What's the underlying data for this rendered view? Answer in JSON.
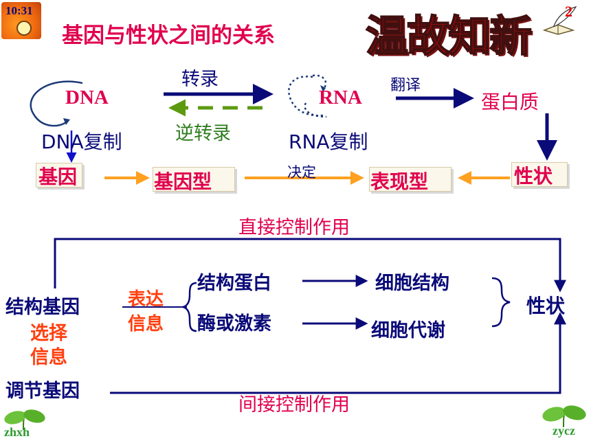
{
  "header": {
    "clock": "10:31",
    "title": "基因与性状之间的关系",
    "banner": "温故知新",
    "page_number": "2"
  },
  "upper": {
    "dna": "DNA",
    "rna": "RNA",
    "protein": "蛋白质",
    "transcription": "转录",
    "reverse_transcription": "逆转录",
    "translation": "翻译",
    "dna_replication": "DNA复制",
    "rna_replication": "RNA复制",
    "gene": "基因",
    "genotype": "基因型",
    "decide": "决定",
    "phenotype": "表现型",
    "trait": "性状"
  },
  "lower": {
    "direct_control": "直接控制作用",
    "indirect_control": "间接控制作用",
    "structural_gene": "结构基因",
    "select_info_1": "选择",
    "select_info_2": "信息",
    "regulatory_gene": "调节基因",
    "express_1": "表达",
    "express_2": "信息",
    "structural_protein": "结构蛋白",
    "enzyme_hormone": "酶或激素",
    "cell_structure": "细胞结构",
    "cell_metabolism": "细胞代谢",
    "trait": "性状"
  },
  "footer": {
    "left_mark": "zhxh",
    "right_mark": "zycz"
  },
  "colors": {
    "navy": "#0a0a78",
    "crimson": "#e0004e",
    "orange_red": "#ff4010",
    "green": "#2e7d1e",
    "arrow_orange": "#ffa020",
    "arrow_green": "#5c9a10"
  }
}
